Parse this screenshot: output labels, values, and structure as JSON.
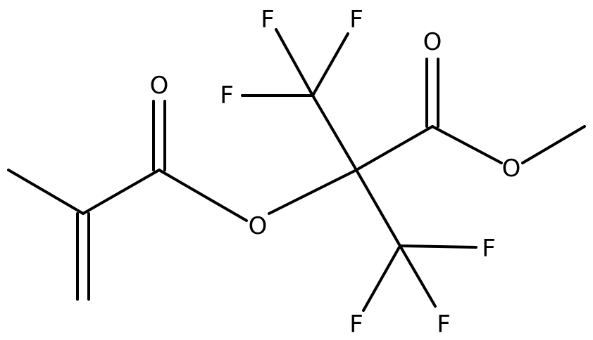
{
  "molecule": {
    "colors": {
      "bond": "#000000",
      "text": "#000000",
      "background": "#ffffff"
    },
    "atoms": {
      "o_methacrylate_carbonyl": "O",
      "o_ester_bridge": "O",
      "o_methyl_ester_carbonyl": "O",
      "o_methoxy": "O",
      "f_top_left": "F",
      "f_top_right": "F",
      "f_upper_left": "F",
      "f_right": "F",
      "f_bottom_left": "F",
      "f_bottom_right": "F"
    }
  }
}
